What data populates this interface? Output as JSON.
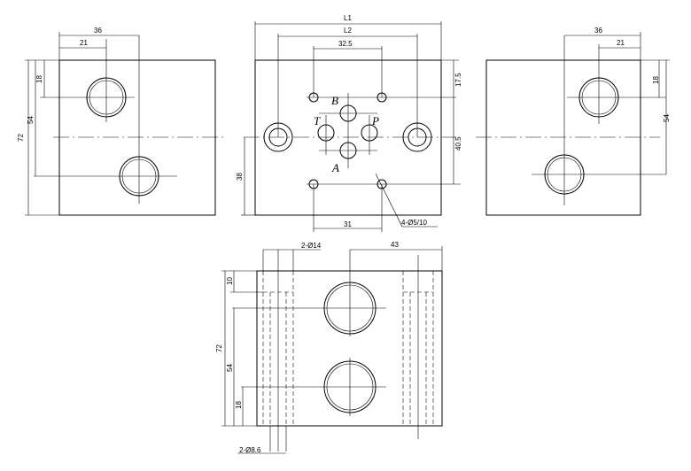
{
  "left_view": {
    "dim_top": "36",
    "dim_inner": "21",
    "dim_port": "18",
    "dim_mid": "54",
    "dim_height": "72"
  },
  "center_view": {
    "dim_l1": "L1",
    "dim_l2": "L2",
    "dim_325": "32.5",
    "dim_175": "17.5",
    "dim_405": "40.5",
    "dim_38": "38",
    "dim_31": "31",
    "holes_label": "4-Ø5/10",
    "port_b": "B",
    "port_t": "T",
    "port_p": "P",
    "port_a": "A"
  },
  "right_view": {
    "dim_top": "36",
    "dim_inner": "21",
    "dim_port": "18",
    "dim_mid": "54"
  },
  "bottom_view": {
    "dim_2d14": "2-Ø14",
    "dim_43": "43",
    "dim_10": "10",
    "dim_72": "72",
    "dim_54": "54",
    "dim_18": "18",
    "dim_2d86": "2-Ø8.6"
  }
}
